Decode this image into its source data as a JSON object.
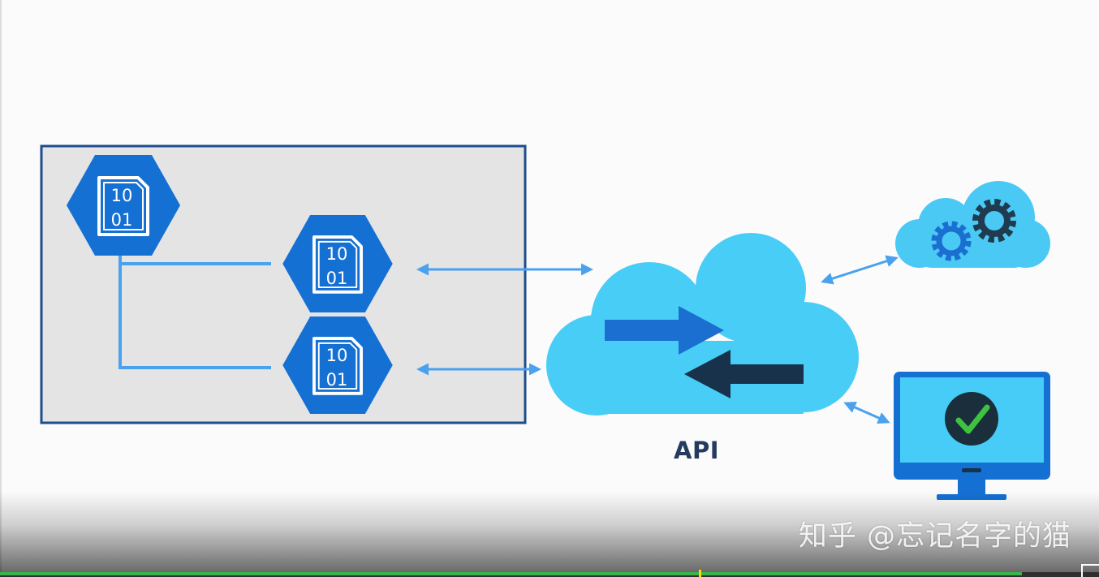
{
  "diagram": {
    "node_icon_text": {
      "line1": "10",
      "line2": "01"
    },
    "api_label": "API"
  },
  "watermark": {
    "text": "知乎 @忘记名字的猫"
  },
  "video_progress": {
    "played_fraction": 0.93
  },
  "colors": {
    "container_fill": "#e4e4e4",
    "container_border": "#1e4d8c",
    "hexagon": "#1570d4",
    "connector_line": "#4aa1ee",
    "big_cloud": "#48cdf6",
    "small_cloud": "#4ac9f4",
    "arrow_right": "#1a6fd1",
    "arrow_left": "#17324a",
    "gear_blue": "#1a6fd1",
    "gear_dark": "#1f3b4f",
    "monitor": "#1570d4",
    "monitor_screen": "#46ccf6",
    "check_circle": "#1a2e3c",
    "check_mark": "#3ec33e"
  }
}
